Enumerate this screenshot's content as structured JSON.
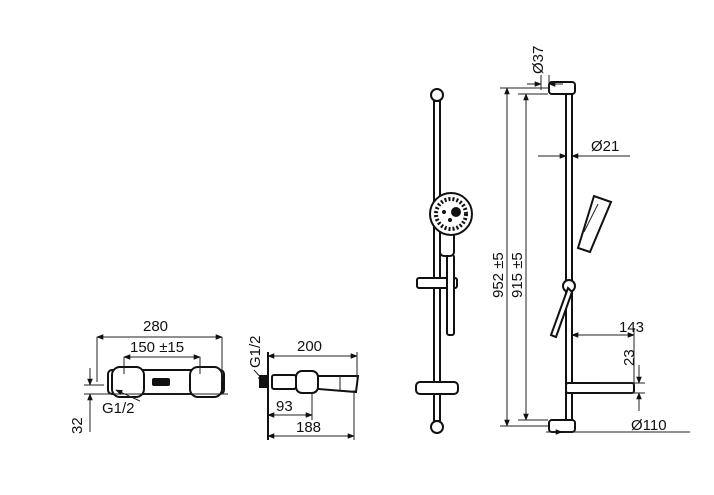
{
  "dimensions": {
    "mixer_width": "280",
    "mixer_centers": "150 ±15",
    "mixer_thread": "G1/2",
    "mixer_wall_offset": "32",
    "spout_thread": "G1/2",
    "spout_length": "200",
    "spout_offset": "93",
    "spout_depth": "188",
    "rail_diameter_top": "Ø37",
    "rail_diameter": "Ø21",
    "rail_height_total": "952 ±5",
    "rail_height_fixing": "915 ±5",
    "rail_projection": "143",
    "soap_dish_height": "23",
    "soap_dish_diameter": "Ø110"
  }
}
